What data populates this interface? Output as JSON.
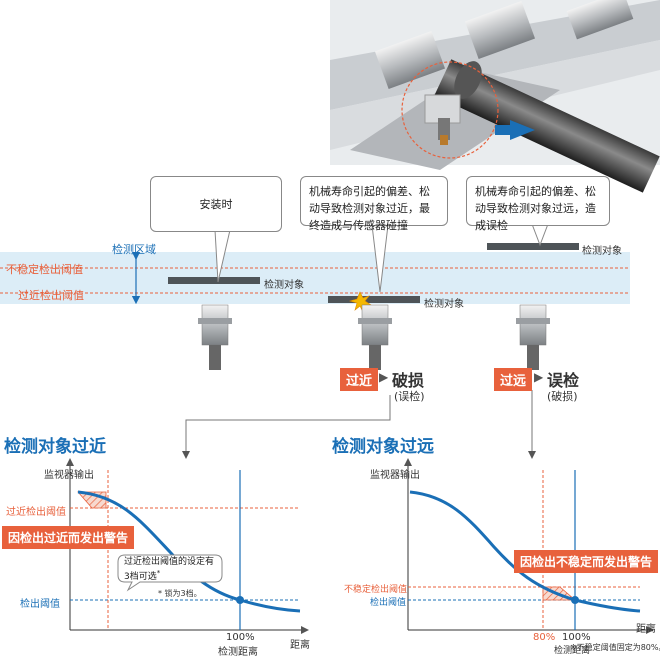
{
  "zone": {
    "label": "检测区域",
    "unstable_threshold": "不稳定检出阈值",
    "near_threshold": "过近检出阈值",
    "target_label": "检测对象"
  },
  "bubbles": {
    "install": "安装时",
    "too_near": "机械寿命引起的偏差、松动导致检测对象过近，最终造成与传感器碰撞",
    "too_far": "机械寿命引起的偏差、松动导致检测对象过远，造成误检"
  },
  "results": {
    "near_tag": "过近",
    "near_result": "破损",
    "near_sub": "(误检)",
    "far_tag": "过远",
    "far_result": "误检",
    "far_sub": "(破损)",
    "arrow_glyph": "▶"
  },
  "chart_left": {
    "heading": "检测对象过近",
    "ylabel": "监视器输出",
    "near_threshold": "过近检出阈值",
    "detect_threshold": "检出阈值",
    "warning": "因检出过近而发出警告",
    "note": "过近检出阈值的设定有3档可选",
    "note_mark": "*",
    "footnote": "* 锁为3档。",
    "x_marker": "100%",
    "x_marker_label": "检测距离",
    "xlabel": "距离"
  },
  "chart_right": {
    "heading": "检测对象过远",
    "ylabel": "监视器输出",
    "unstable_threshold": "不稳定检出阈值",
    "detect_threshold": "检出阈值",
    "warning": "因检出不稳定而发出警告",
    "x_marker_80": "80%",
    "x_marker": "100%",
    "x_marker_label": "检测距离",
    "xlabel": "距离",
    "footnote": "※不稳定阈值固定为80%。"
  },
  "colors": {
    "orange": "#e8613c",
    "blue": "#1a6fb6",
    "zone": "#dcedf7"
  }
}
